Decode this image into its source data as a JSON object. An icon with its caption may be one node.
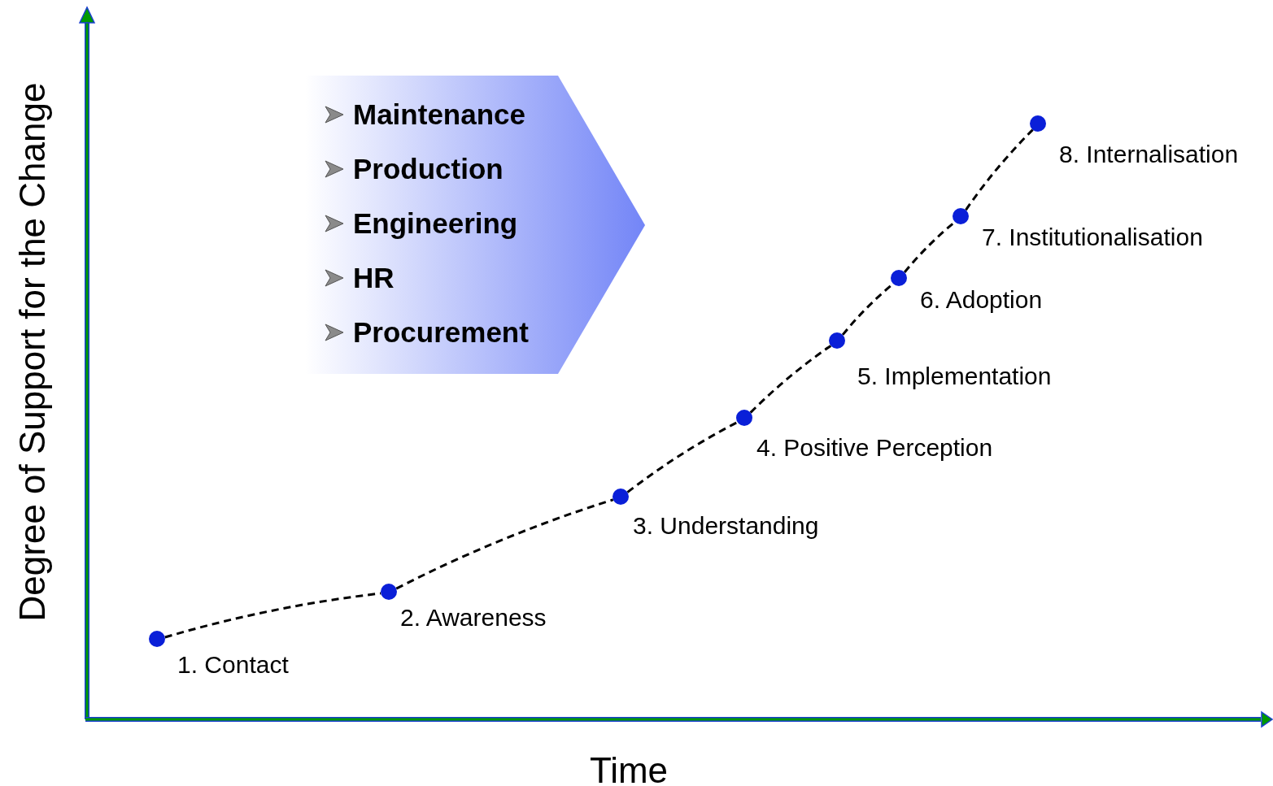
{
  "diagram": {
    "nodes": [
      {
        "text": [
          "Maintenance",
          "Production",
          "Engineering",
          "HR",
          "Procurement"
        ]
      },
      {
        "text": [],
        "shape": "circle",
        "beside": [
          "1. Contact"
        ]
      },
      {
        "text": [],
        "shape": "circle",
        "beside": [
          "2. Awareness"
        ]
      },
      {
        "text": [],
        "shape": "circle",
        "beside": [
          "3. Understanding"
        ]
      },
      {
        "text": [],
        "shape": "circle",
        "beside": [
          "4. Positive Perception"
        ]
      },
      {
        "text": [],
        "shape": "circle",
        "beside": [
          "5. Implementation"
        ]
      },
      {
        "text": [],
        "shape": "circle",
        "beside": [
          "6. Adoption"
        ]
      },
      {
        "text": [],
        "shape": "circle",
        "beside": [
          "7. Institutionalisation"
        ]
      },
      {
        "text": [],
        "shape": "circle",
        "beside": [
          "8. Internalisation"
        ]
      }
    ],
    "edges": [
      {
        "from": 1,
        "to": 2,
        "arrow": "none",
        "style": "dashed"
      },
      {
        "from": 2,
        "to": 3,
        "arrow": "none",
        "style": "dashed"
      },
      {
        "from": 3,
        "to": 4,
        "arrow": "none",
        "style": "dashed"
      },
      {
        "from": 4,
        "to": 5,
        "arrow": "none",
        "style": "dashed"
      },
      {
        "from": 5,
        "to": 6,
        "arrow": "none",
        "style": "dashed"
      },
      {
        "from": 6,
        "to": 7,
        "arrow": "none",
        "style": "dashed"
      },
      {
        "from": 7,
        "to": 8,
        "arrow": "none",
        "style": "dashed"
      }
    ],
    "labels": [
      "Degree of Support for the Change",
      "Time"
    ]
  }
}
